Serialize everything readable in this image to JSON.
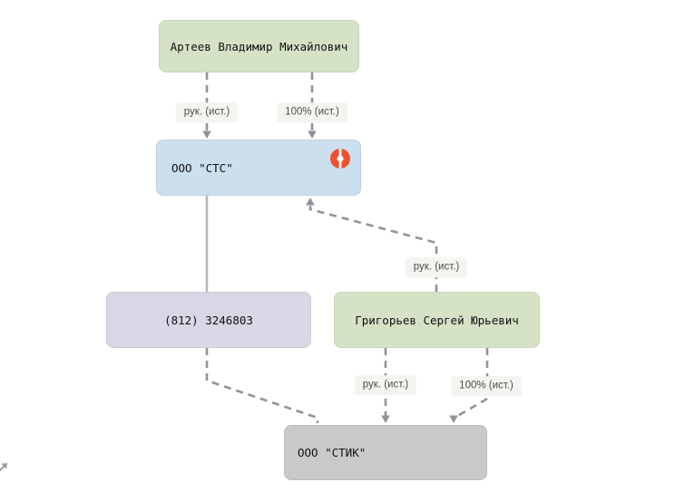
{
  "diagram": {
    "nodes": [
      {
        "id": "person-arteev",
        "label": "Артеев Владимир Михайлович",
        "kind": "person",
        "color": "#d5e2c6"
      },
      {
        "id": "company-sts",
        "label": "ООО \"СТС\"",
        "kind": "company-active",
        "color": "#cbdfee",
        "badge_icon": "kontur-circle-logo",
        "badge_color": "#f0502d"
      },
      {
        "id": "phone-number",
        "label": "(812) 3246803",
        "kind": "phone",
        "color": "#d9d6e6"
      },
      {
        "id": "person-grigoryev",
        "label": "Григорьев Сергей Юрьевич",
        "kind": "person",
        "color": "#d5e2c6"
      },
      {
        "id": "company-stik",
        "label": "ООО \"СТИК\"",
        "kind": "company-inactive",
        "color": "#c9c9c9"
      }
    ],
    "edges": [
      {
        "from": "person-arteev",
        "to": "company-sts",
        "label": "рук. (ист.)",
        "style": "dashed",
        "arrow": "down"
      },
      {
        "from": "person-arteev",
        "to": "company-sts",
        "label": "100% (ист.)",
        "style": "dashed",
        "arrow": "down"
      },
      {
        "from": "company-sts",
        "to": "phone-number",
        "label": "",
        "style": "solid",
        "arrow": "none"
      },
      {
        "from": "phone-number",
        "to": "company-stik",
        "label": "",
        "style": "dashed",
        "arrow": "none"
      },
      {
        "from": "person-grigoryev",
        "to": "company-sts",
        "label": "рук. (ист.)",
        "style": "dashed",
        "arrow": "up"
      },
      {
        "from": "person-grigoryev",
        "to": "company-stik",
        "label": "рук. (ист.)",
        "style": "dashed",
        "arrow": "down"
      },
      {
        "from": "person-grigoryev",
        "to": "company-stik",
        "label": "100% (ист.)",
        "style": "dashed",
        "arrow": "down"
      }
    ],
    "icons": {
      "company_badge": "kontur-circle-logo",
      "corner_control": "expand-arrow"
    },
    "colors": {
      "person_node": "#d5e2c6",
      "company_active_node": "#cbdfee",
      "phone_node": "#d9d6e6",
      "company_inactive_node": "#c9c9c9",
      "edge_dashed": "#8d949b",
      "edge_solid": "#b3b6b9",
      "edge_label_bg": "#f5f4f1",
      "badge_orange": "#f0502d"
    }
  }
}
